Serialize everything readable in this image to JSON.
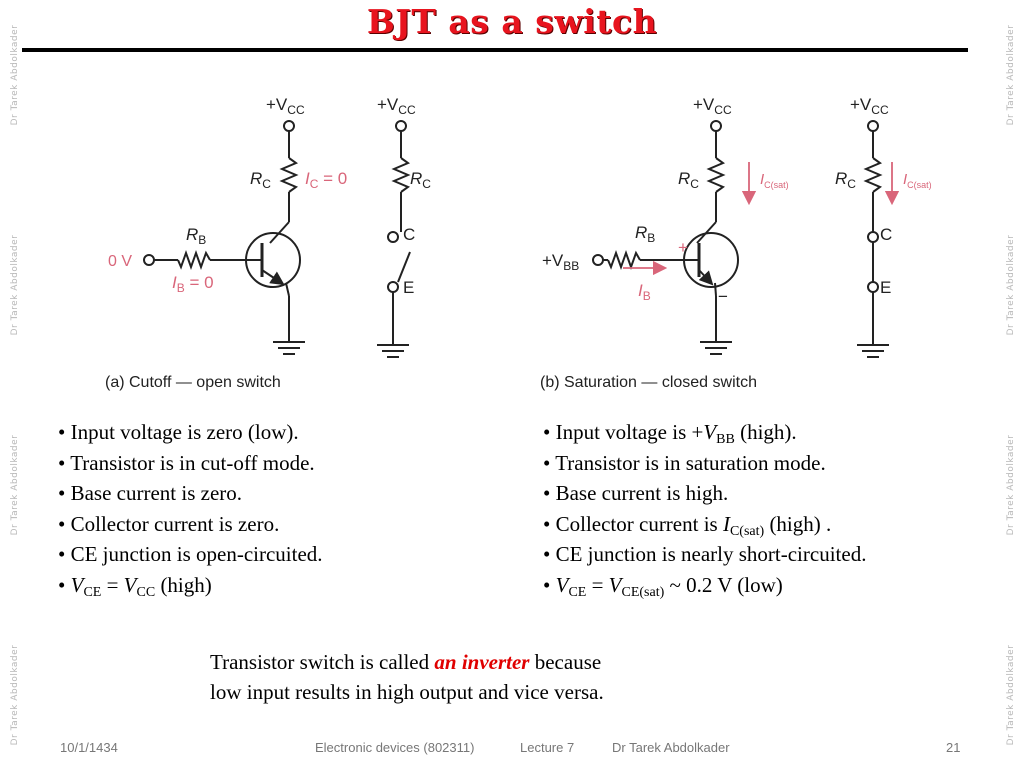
{
  "title": "BJT as a switch",
  "watermark": "Dr Tarek Abdolkader",
  "circuit_a": {
    "vcc1": "+V",
    "vcc_sub": "CC",
    "rc": "R",
    "rc_sub": "C",
    "ic": "I",
    "ic_sub": "C",
    "ic_tail": " = 0",
    "rb": "R",
    "rb_sub": "B",
    "vin": "0 V",
    "ib": "I",
    "ib_sub": "B",
    "ib_tail": " = 0",
    "node_c": "C",
    "node_e": "E",
    "caption": "(a) Cutoff — open switch"
  },
  "circuit_b": {
    "vcc1": "+V",
    "vcc_sub": "CC",
    "rc": "R",
    "rc_sub": "C",
    "ic": "I",
    "ic_sub": "C(sat)",
    "rb": "R",
    "rb_sub": "B",
    "vin": "+V",
    "vin_sub": "BB",
    "ib": "I",
    "ib_sub": "B",
    "plus": "+",
    "minus": "−",
    "node_c": "C",
    "node_e": "E",
    "caption": "(b) Saturation — closed switch"
  },
  "left_bullets": {
    "b1": "• Input voltage is zero (low).",
    "b2": "• Transistor is in cut-off mode.",
    "b3": "• Base current is zero.",
    "b4": "• Collector current is zero.",
    "b5": "• CE junction is open-circuited.",
    "b6_pre": "• ",
    "b6_v1": "V",
    "b6_s1": "CE",
    "b6_eq": " = ",
    "b6_v2": "V",
    "b6_s2": "CC",
    "b6_post": " (high)"
  },
  "right_bullets": {
    "b1_pre": "• Input voltage is +",
    "b1_v": "V",
    "b1_s": "BB",
    "b1_post": " (high).",
    "b2": "• Transistor is in saturation mode.",
    "b3": "• Base current is high.",
    "b4_pre": "• Collector current is ",
    "b4_v": "I",
    "b4_s": "C(sat)",
    "b4_post": " (high) .",
    "b5": "• CE junction is nearly short-circuited.",
    "b6_pre": "• ",
    "b6_v1": "V",
    "b6_s1": "CE",
    "b6_eq": " = ",
    "b6_v2": "V",
    "b6_s2": "CE(sat)",
    "b6_post": " ~ 0.2 V (low)"
  },
  "note": {
    "pre": "Transistor switch is called ",
    "highlight": "an inverter",
    "post": " because",
    "line2": "low input results in high output and vice versa."
  },
  "footer": {
    "date": "10/1/1434",
    "course": "Electronic devices (802311)",
    "lecture": "Lecture 7",
    "author": "Dr Tarek Abdolkader",
    "page": "21"
  },
  "colors": {
    "title": "#e8141e",
    "highlight": "#e00000",
    "label_red": "#d9667a"
  }
}
